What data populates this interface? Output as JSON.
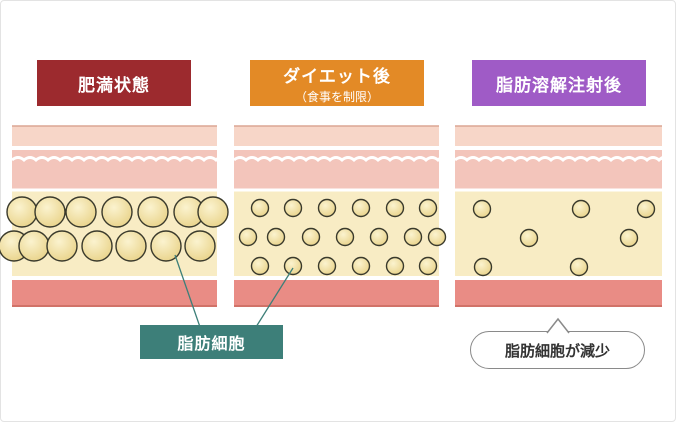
{
  "titles": {
    "obese": "肥満状態",
    "diet": "ダイエット後",
    "diet_sub": "（食事を制限）",
    "after": "脂肪溶解注射後"
  },
  "labels": {
    "fat_cell": "脂肪細胞",
    "reduced": "脂肪細胞が減少"
  },
  "colors": {
    "obese": "#9c2a2e",
    "diet": "#e38a26",
    "after": "#9f5bc6",
    "label": "#3d7f79",
    "epidermis": "#f7d6c8",
    "dermis": "#f3c5bb",
    "fat_layer": "#f8ecc4",
    "muscle": "#e98c85",
    "cell_fill": "#f7e7a8",
    "cell_stroke": "#3a3a2c"
  }
}
